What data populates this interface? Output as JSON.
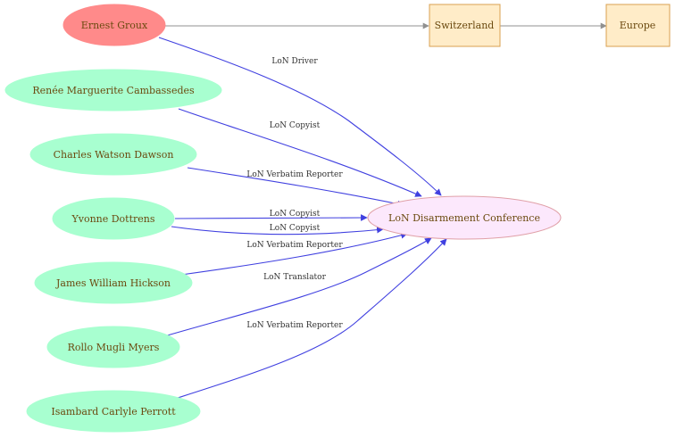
{
  "colors": {
    "person_fill": "#a8ffd0",
    "person_stroke": "#a8ffd0",
    "highlight_fill": "#ff8a8a",
    "highlight_stroke": "#ff8a8a",
    "conference_fill": "#fce8fc",
    "conference_stroke": "#e0a0a8",
    "place_fill": "#ffecc8",
    "place_stroke": "#d8a050",
    "edge_blue": "#4040e0",
    "edge_gray": "#909090"
  },
  "nodes": {
    "groux": "Ernest Groux",
    "cambassedes": "Renée Marguerite Cambassedes",
    "dawson": "Charles Watson Dawson",
    "dottrens": "Yvonne Dottrens",
    "hickson": "James William Hickson",
    "myers": "Rollo Mugli Myers",
    "perrott": "Isambard Carlyle  Perrott",
    "conference": "LoN Disarmement Conference",
    "switzerland": "Switzerland",
    "europe": "Europe"
  },
  "edges": {
    "groux_conference": "LoN Driver",
    "cambassedes_conference": "LoN Copyist",
    "dawson_conference": "LoN Verbatim Reporter",
    "dottrens_conference_1": "LoN Copyist",
    "dottrens_conference_2": "LoN Copyist",
    "hickson_conference": "LoN Verbatim Reporter",
    "myers_conference": "LoN Translator",
    "perrott_conference": "LoN Verbatim Reporter"
  }
}
